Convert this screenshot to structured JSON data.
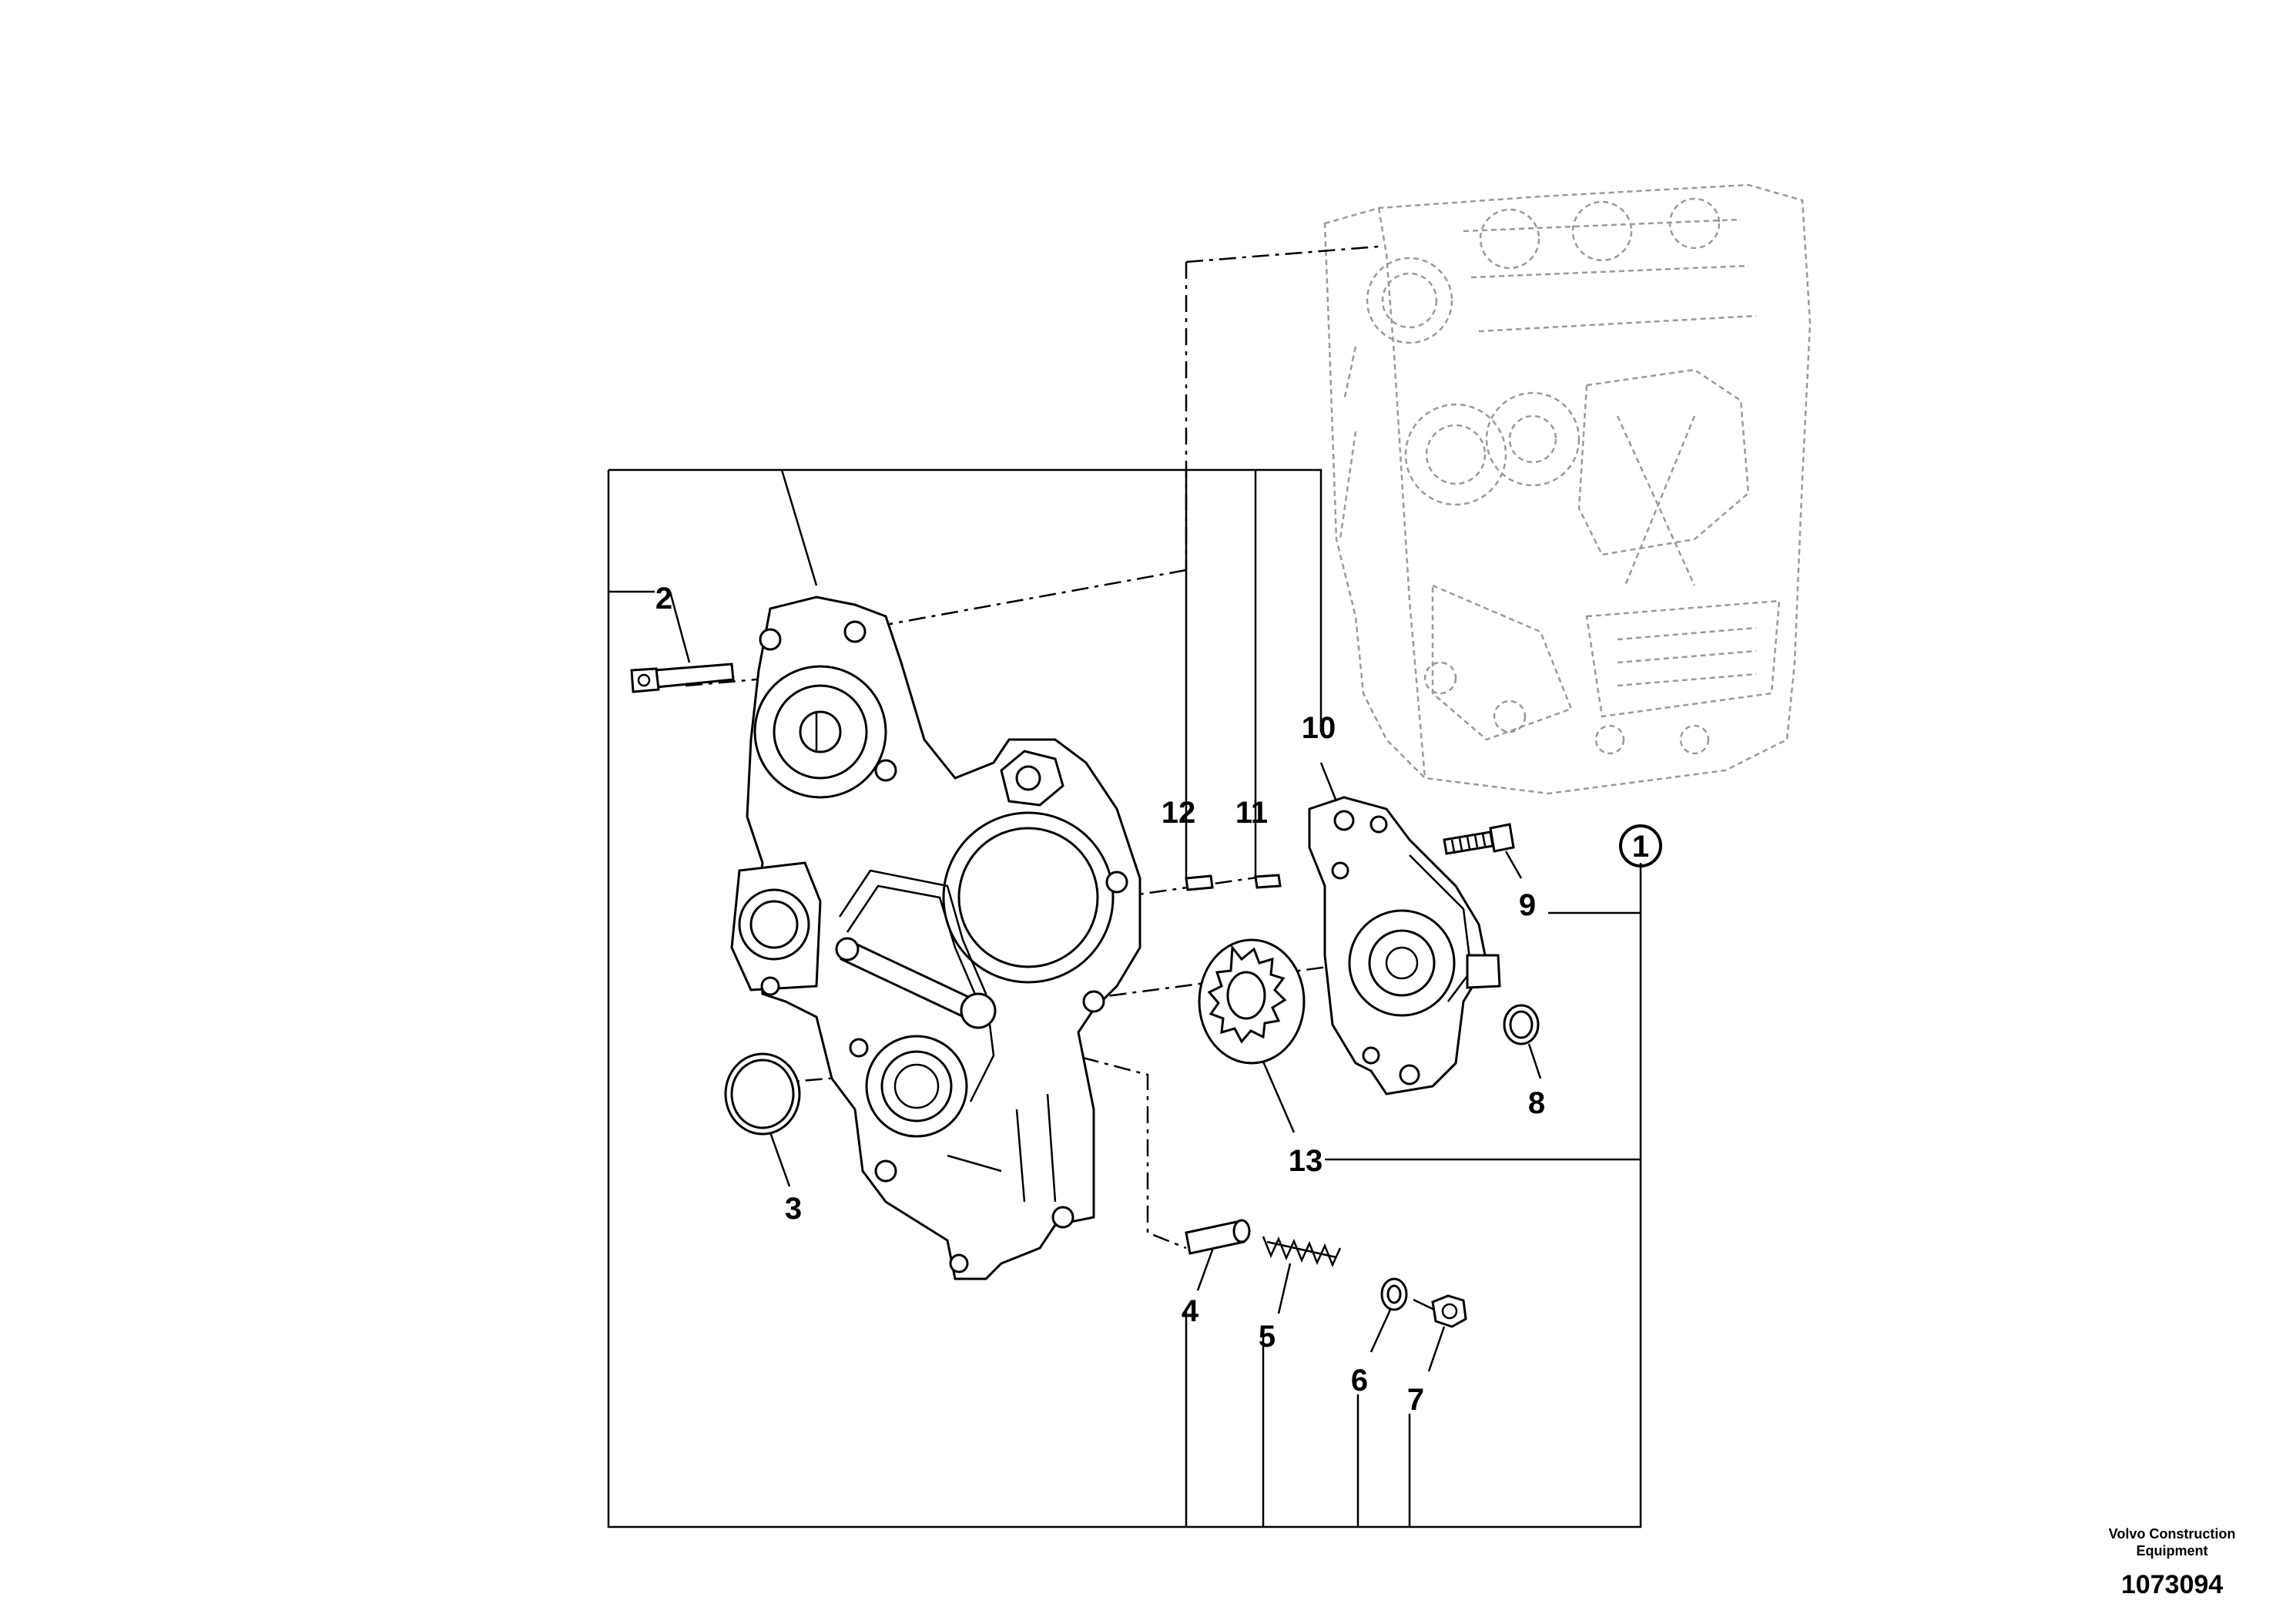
{
  "diagram": {
    "labels": {
      "p1": "1",
      "p2": "2",
      "p3": "3",
      "p4": "4",
      "p5": "5",
      "p6": "6",
      "p7": "7",
      "p8": "8",
      "p9": "9",
      "p10": "10",
      "p11": "11",
      "p12": "12",
      "p13": "13"
    }
  },
  "footer": {
    "brand_line1": "Volvo Construction",
    "brand_line2": "Equipment",
    "figure_number": "1073094"
  }
}
